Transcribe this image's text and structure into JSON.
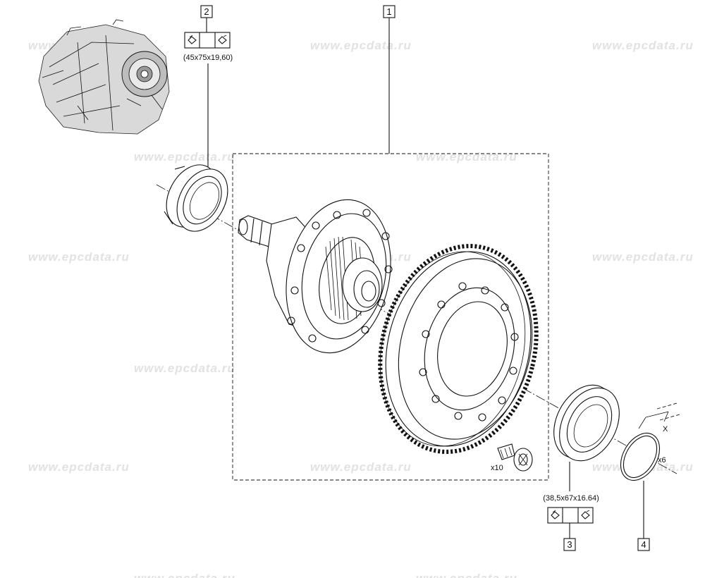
{
  "watermark": "www.epcdata.ru",
  "callouts": {
    "c1": "1",
    "c2": "2",
    "c3": "3",
    "c4": "4"
  },
  "bearing_left": {
    "dim": "(45x75x19,60)"
  },
  "bearing_right": {
    "dim": "(38,5x67x16.64)"
  },
  "bolts": {
    "qty": "x10"
  },
  "ring": {
    "qty": "x6",
    "dim_label": "X"
  },
  "symbols": {
    "left": "diamond-arrow-icon",
    "right": "diamond-arrow-icon"
  }
}
